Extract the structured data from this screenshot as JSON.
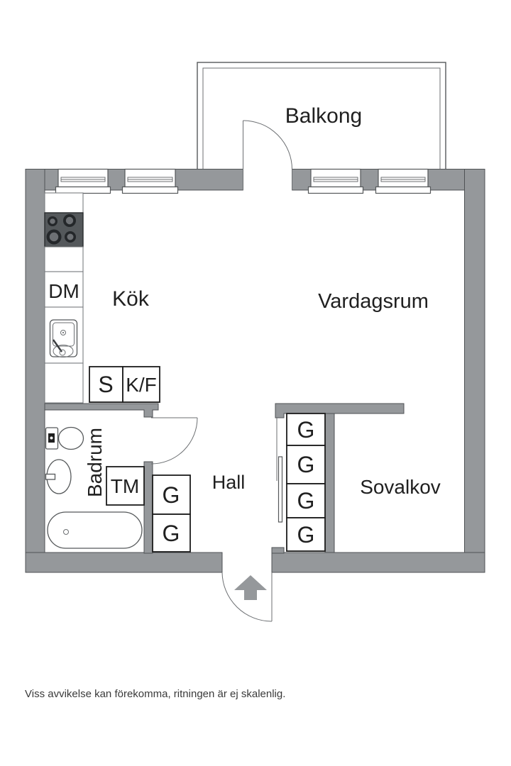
{
  "floorplan": {
    "rooms": {
      "balcony": {
        "label": "Balkong"
      },
      "kitchen": {
        "label": "Kök"
      },
      "living_room": {
        "label": "Vardagsrum"
      },
      "hall": {
        "label": "Hall"
      },
      "bathroom": {
        "label": "Badrum"
      },
      "sleeping_alcove": {
        "label": "Sovalkov"
      }
    },
    "fixtures": {
      "dishwasher": "DM",
      "cleaning_cabinet": "S",
      "fridge_freezer": "K/F",
      "washing_machine": "TM",
      "wardrobe": "G"
    },
    "colors": {
      "wall_fill": "#95989b",
      "wall_stroke": "#4f5254",
      "line": "#55585a",
      "cabinet_stroke": "#1c1c1c",
      "stove_fill": "#54585b",
      "text": "#202020"
    },
    "footer_note": "Viss avvikelse kan förekomma, ritningen är ej skalenlig."
  }
}
